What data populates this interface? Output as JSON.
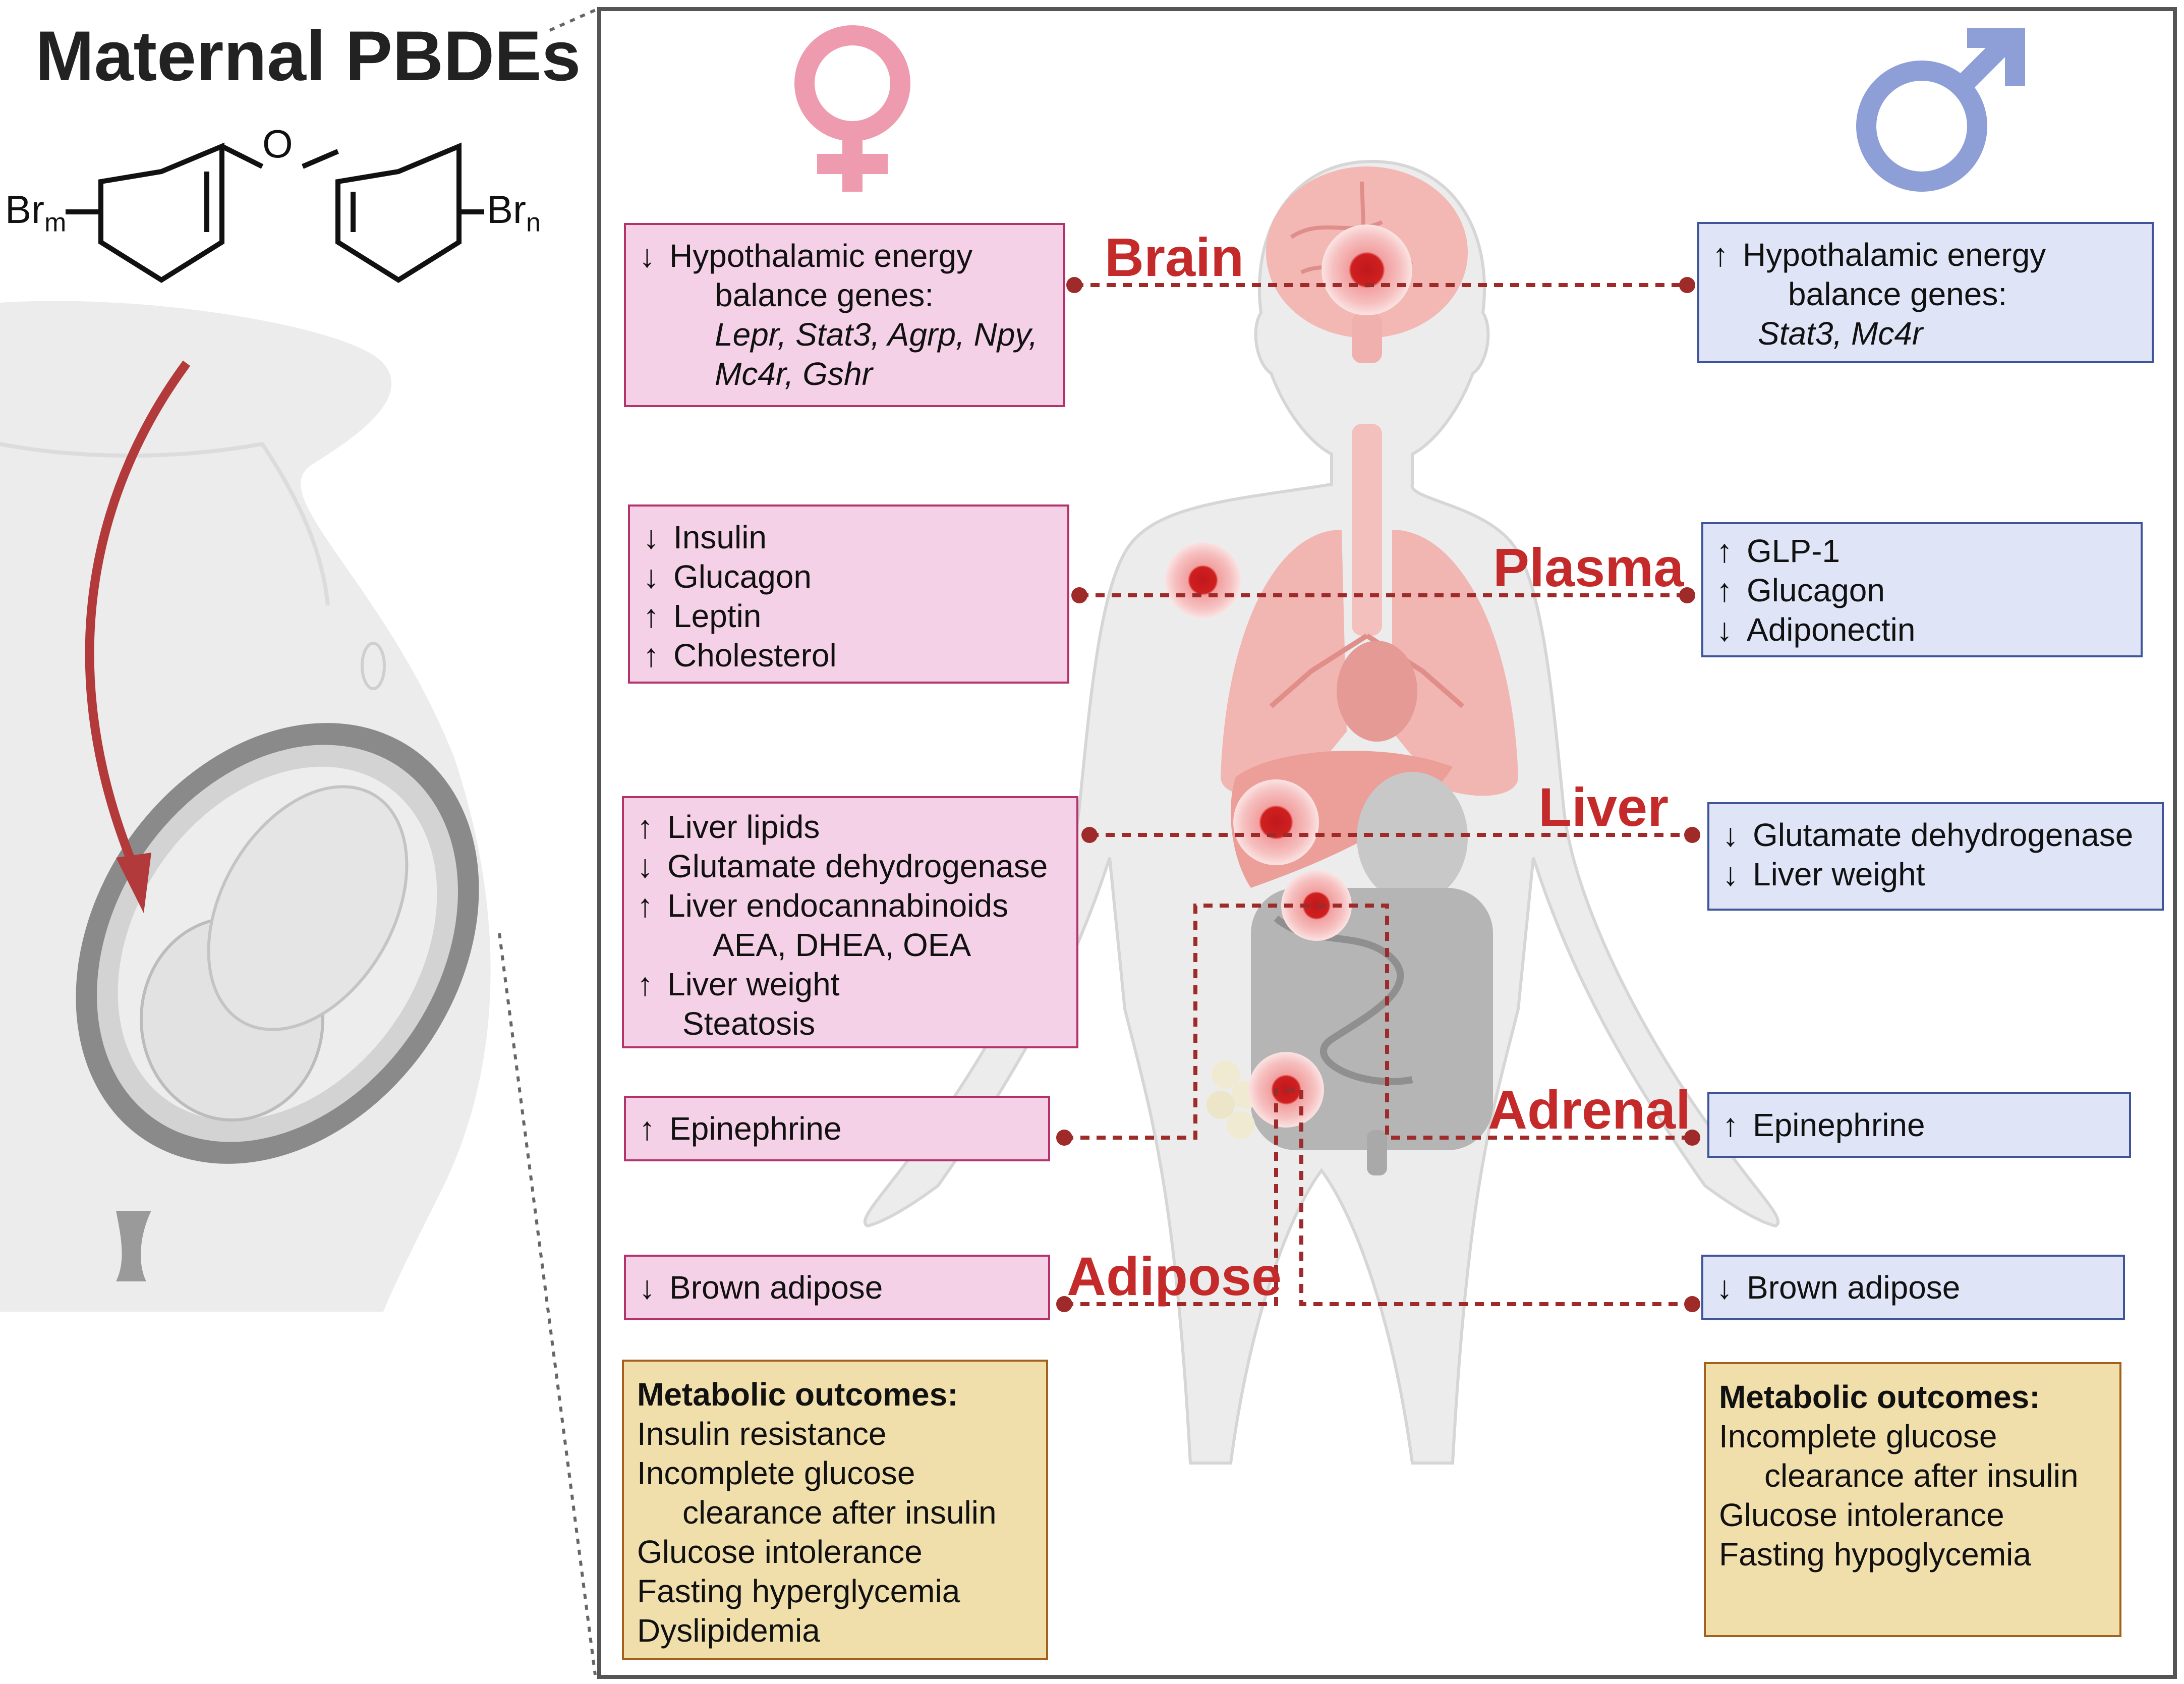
{
  "title": "Maternal PBDEs",
  "chemical": {
    "left_sub": "Br",
    "left_index": "m",
    "right_sub": "Br",
    "right_index": "n",
    "bridge_atom": "O"
  },
  "organs": {
    "brain": "Brain",
    "plasma": "Plasma",
    "liver": "Liver",
    "adrenal": "Adrenal",
    "adipose": "Adipose"
  },
  "female": {
    "brain": {
      "line1_arrow": "↓",
      "line1": "Hypothalamic energy",
      "line2": "balance genes:",
      "line3": "Lepr, Stat3, Agrp, Npy,",
      "line4": "Mc4r, Gshr"
    },
    "plasma": [
      {
        "arrow": "↓",
        "text": "Insulin"
      },
      {
        "arrow": "↓",
        "text": "Glucagon"
      },
      {
        "arrow": "↑",
        "text": "Leptin"
      },
      {
        "arrow": "↑",
        "text": "Cholesterol"
      }
    ],
    "liver": {
      "l1_arrow": "↑",
      "l1": "Liver lipids",
      "l2_arrow": "↓",
      "l2": "Glutamate dehydrogenase",
      "l3_arrow": "↑",
      "l3": "Liver endocannabinoids",
      "l4": "AEA, DHEA, OEA",
      "l5_arrow": "↑",
      "l5": "Liver weight",
      "l6": "Steatosis"
    },
    "adrenal": {
      "arrow": "↑",
      "text": "Epinephrine"
    },
    "adipose": {
      "arrow": "↓",
      "text": "Brown adipose"
    },
    "outcomes": {
      "heading": "Metabolic outcomes:",
      "l1": "Insulin resistance",
      "l2": "Incomplete glucose",
      "l3": "clearance after insulin",
      "l4": "Glucose intolerance",
      "l5": "Fasting hyperglycemia",
      "l6": "Dyslipidemia"
    }
  },
  "male": {
    "brain": {
      "line1_arrow": "↑",
      "line1": "Hypothalamic energy",
      "line2": "balance genes:",
      "line3": "Stat3, Mc4r"
    },
    "plasma": [
      {
        "arrow": "↑",
        "text": "GLP-1"
      },
      {
        "arrow": "↑",
        "text": "Glucagon"
      },
      {
        "arrow": "↓",
        "text": "Adiponectin"
      }
    ],
    "liver": [
      {
        "arrow": "↓",
        "text": "Glutamate dehydrogenase"
      },
      {
        "arrow": "↓",
        "text": "Liver weight"
      }
    ],
    "adrenal": {
      "arrow": "↑",
      "text": "Epinephrine"
    },
    "adipose": {
      "arrow": "↓",
      "text": "Brown adipose"
    },
    "outcomes": {
      "heading": "Metabolic outcomes:",
      "l1": "Incomplete glucose",
      "l2": "clearance after insulin",
      "l3": "Glucose intolerance",
      "l4": "Fasting hypoglycemia"
    }
  },
  "colors": {
    "female_box": "#f5d1e8",
    "female_border": "#b3336a",
    "male_box": "#dfe5f7",
    "male_border": "#3f5499",
    "outcome_box": "#f1dfab",
    "outcome_border": "#a4611c",
    "organ_label": "#c42a2a",
    "connector": "#9e2a2a",
    "female_symbol": "#ee9bb0",
    "male_symbol": "#8e9fd8"
  },
  "icons": [
    "female-symbol-icon",
    "male-symbol-icon",
    "human-body-icon",
    "pregnant-woman-icon",
    "fetus-icon",
    "brain-icon",
    "lungs-icon",
    "liver-icon",
    "intestine-icon",
    "adipose-icon",
    "target-marker-icon"
  ]
}
